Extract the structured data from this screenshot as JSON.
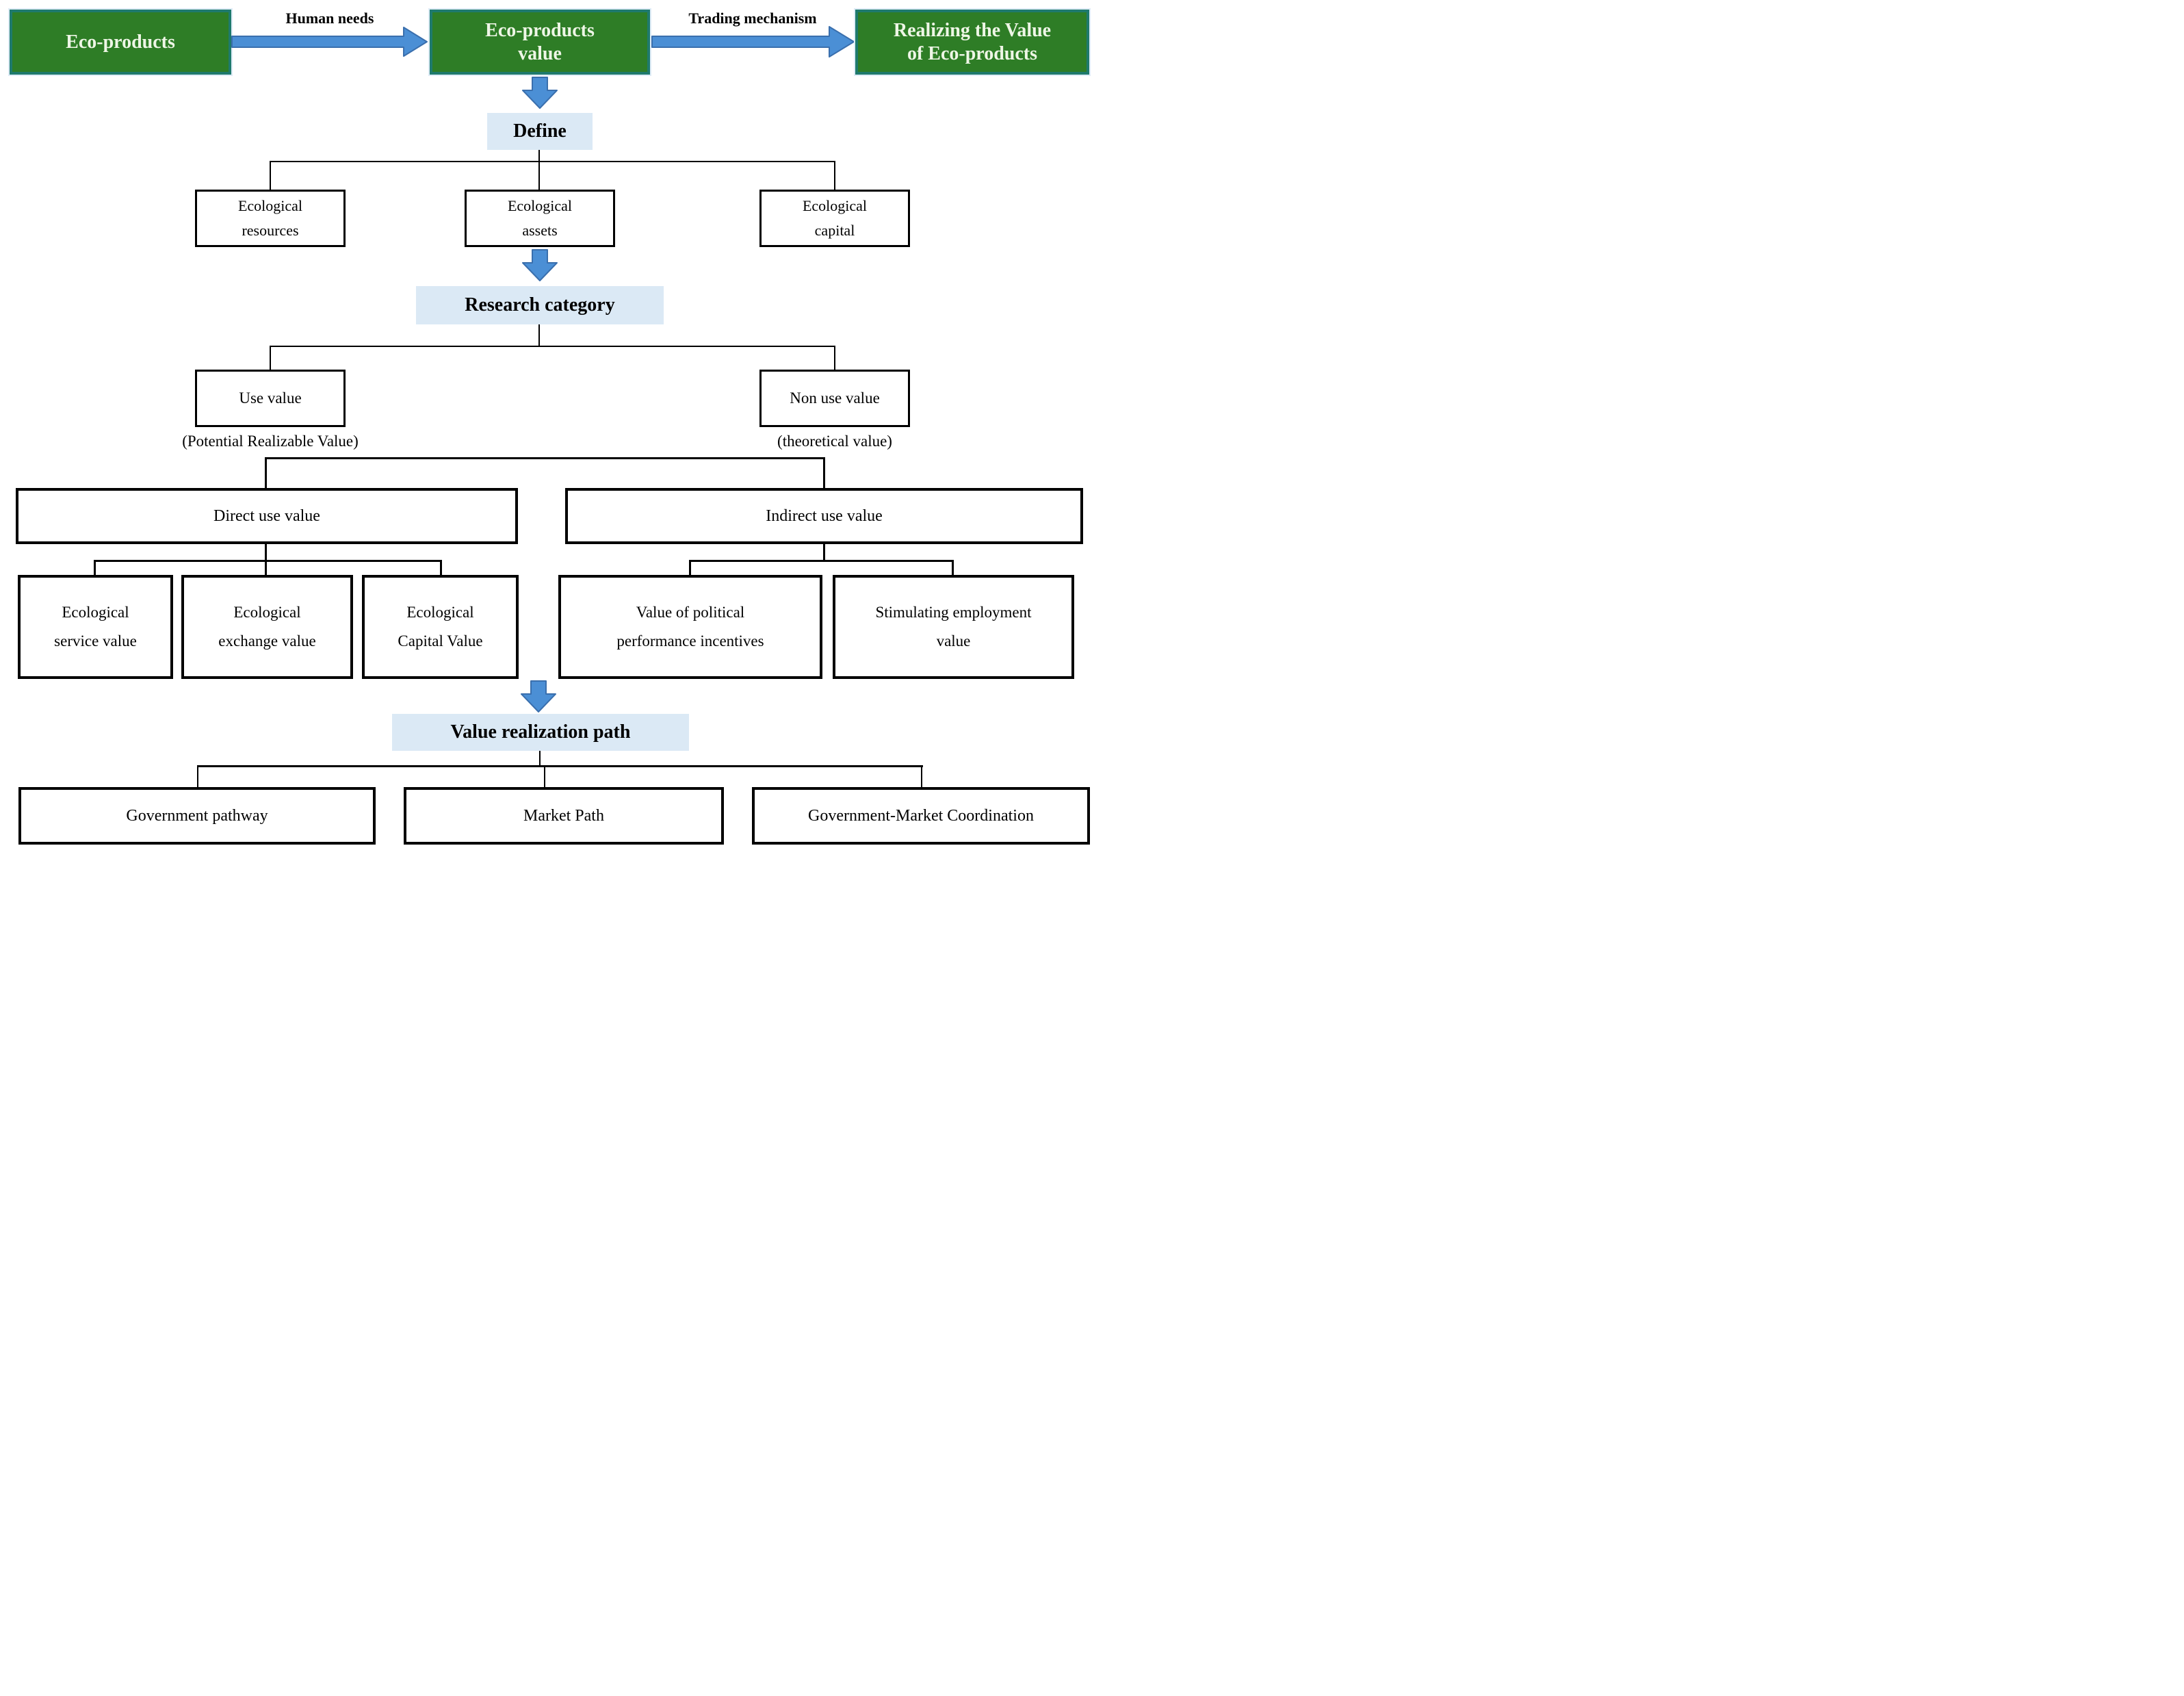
{
  "colors": {
    "green_fill": "#2e7d26",
    "green_border": "#1f7a6d",
    "green_text": "#eef6e6",
    "arrow_fill": "#4b8fd5",
    "arrow_edge": "#3a6fad",
    "label_bg": "#dbe9f5",
    "line_color": "#000000",
    "box_border": "#000000",
    "page_bg": "#ffffff"
  },
  "header": {
    "eco_products": "Eco-products",
    "human_needs": "Human needs",
    "eco_products_value": "Eco-products\nvalue",
    "trading_mechanism": "Trading mechanism",
    "realizing_value": "Realizing the Value\nof Eco-products"
  },
  "define": {
    "title": "Define",
    "children": [
      "Ecological\nresources",
      "Ecological\nassets",
      "Ecological\ncapital"
    ]
  },
  "research": {
    "title": "Research category",
    "use_value": {
      "label": "Use value",
      "caption": "(Potential Realizable Value)"
    },
    "non_use_value": {
      "label": "Non use value",
      "caption": "(theoretical value)"
    },
    "direct": {
      "label": "Direct use value",
      "children": [
        "Ecological\nservice value",
        "Ecological\nexchange value",
        "Ecological\nCapital Value"
      ]
    },
    "indirect": {
      "label": "Indirect use value",
      "children": [
        "Value of political\nperformance incentives",
        "Stimulating employment\nvalue"
      ]
    }
  },
  "path": {
    "title": "Value realization path",
    "children": [
      "Government pathway",
      "Market Path",
      "Government-Market Coordination"
    ]
  }
}
